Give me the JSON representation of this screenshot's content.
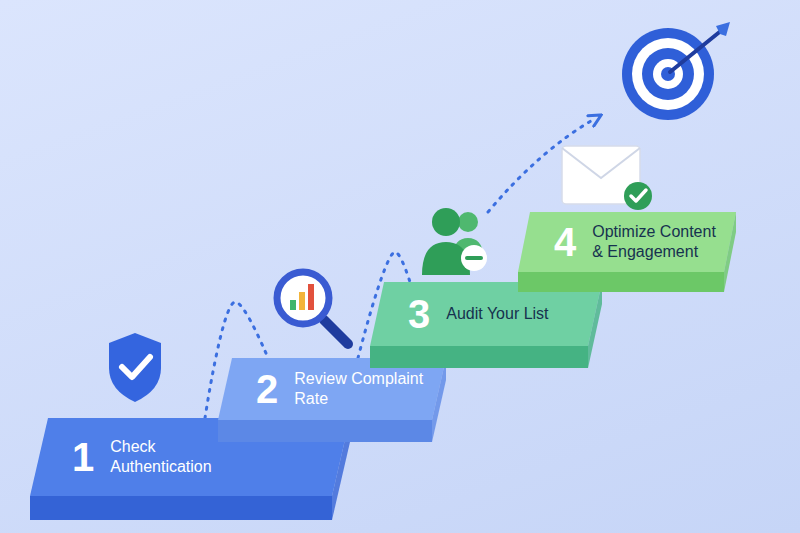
{
  "diagram": {
    "nodes": [
      {
        "text": [
          "1",
          "Check Authentication"
        ]
      },
      {
        "text": [
          "2",
          "Review Complaint Rate"
        ]
      },
      {
        "text": [
          "3",
          "Audit Your List"
        ]
      },
      {
        "text": [
          "4",
          "Optimize Content & Engagement"
        ]
      }
    ],
    "edges": [
      {
        "from": 0,
        "to": 1,
        "arrow": "none"
      },
      {
        "from": 1,
        "to": 2,
        "arrow": "none"
      }
    ]
  }
}
